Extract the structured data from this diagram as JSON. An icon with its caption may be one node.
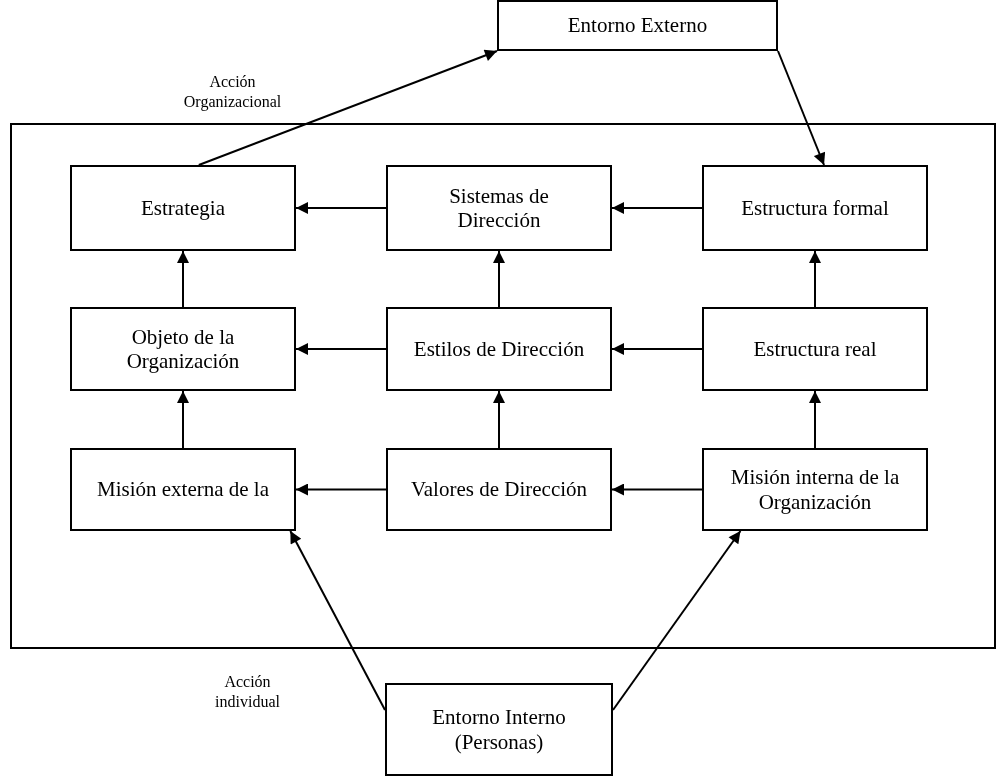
{
  "diagram": {
    "nodes": [
      {
        "text": [
          "Entorno Externo"
        ]
      },
      {
        "text": [],
        "shape": "box"
      },
      {
        "text": [
          "Estrategia"
        ],
        "in": 1
      },
      {
        "text": [
          "Sistemas de Dirección"
        ],
        "in": 1
      },
      {
        "text": [
          "Estructura formal"
        ],
        "in": 1
      },
      {
        "text": [
          "Objeto de la Organización"
        ],
        "in": 1
      },
      {
        "text": [
          "Estilos de Dirección"
        ],
        "in": 1
      },
      {
        "text": [
          "Estructura real"
        ],
        "in": 1
      },
      {
        "text": [
          "Misión externa de la"
        ],
        "in": 1
      },
      {
        "text": [
          "Valores de Dirección"
        ],
        "in": 1
      },
      {
        "text": [
          "Misión interna de la Organización"
        ],
        "in": 1
      },
      {
        "text": [
          "Entorno Interno (Personas)"
        ]
      }
    ],
    "edges": [
      {
        "from": 2,
        "to": 0,
        "arrow": "to",
        "label": "Acción Organizacional"
      },
      {
        "from": 0,
        "to": 4,
        "arrow": "to"
      },
      {
        "from": 3,
        "to": 2,
        "arrow": "to"
      },
      {
        "from": 4,
        "to": 3,
        "arrow": "to"
      },
      {
        "from": 5,
        "to": 2,
        "arrow": "to"
      },
      {
        "from": 6,
        "to": 3,
        "arrow": "to"
      },
      {
        "from": 7,
        "to": 4,
        "arrow": "to"
      },
      {
        "from": 6,
        "to": 5,
        "arrow": "to"
      },
      {
        "from": 7,
        "to": 6,
        "arrow": "to"
      },
      {
        "from": 8,
        "to": 5,
        "arrow": "to"
      },
      {
        "from": 9,
        "to": 6,
        "arrow": "to"
      },
      {
        "from": 10,
        "to": 7,
        "arrow": "to"
      },
      {
        "from": 9,
        "to": 8,
        "arrow": "to"
      },
      {
        "from": 10,
        "to": 9,
        "arrow": "to"
      },
      {
        "from": 11,
        "to": 8,
        "arrow": "to",
        "label": "Acción individual"
      },
      {
        "from": 11,
        "to": 10,
        "arrow": "to"
      }
    ]
  }
}
